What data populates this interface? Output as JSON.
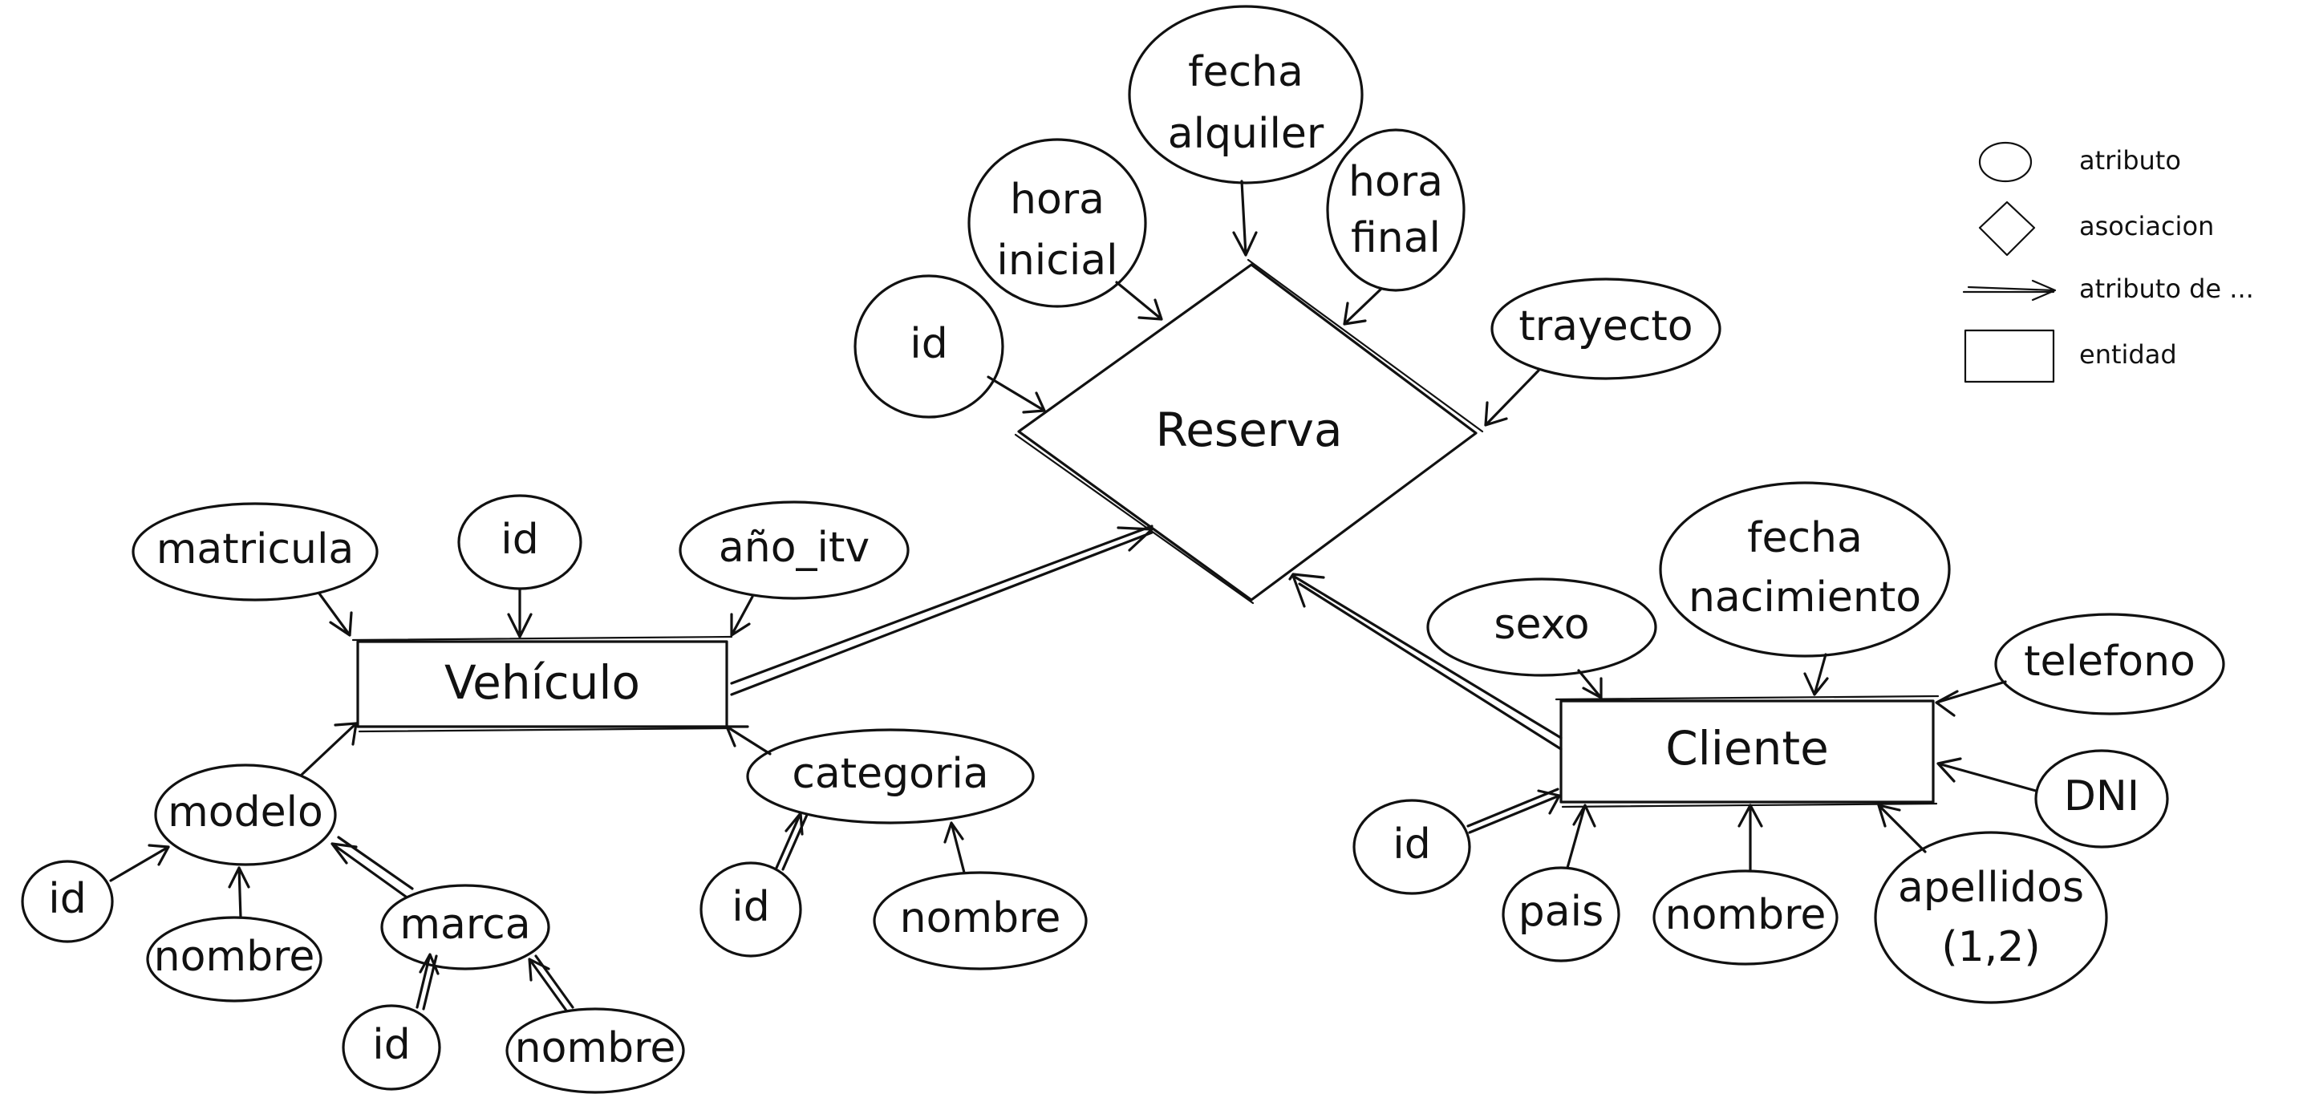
{
  "diagram": {
    "relationship": {
      "label": "Reserva"
    },
    "reserva_attributes": {
      "fecha_alquiler": [
        "fecha",
        "alquiler"
      ],
      "hora_inicial": [
        "hora",
        "inicial"
      ],
      "hora_final": [
        "hora",
        "final"
      ],
      "id": "id",
      "trayecto": "trayecto"
    },
    "vehiculo": {
      "label": "Vehículo",
      "matricula": "matricula",
      "id": "id",
      "anio_itv": "año_itv",
      "modelo": {
        "label": "modelo",
        "id": "id",
        "nombre": "nombre",
        "marca": {
          "label": "marca",
          "id": "id",
          "nombre": "nombre"
        }
      },
      "categoria": {
        "label": "categoria",
        "id": "id",
        "nombre": "nombre"
      }
    },
    "cliente": {
      "label": "Cliente",
      "sexo": "sexo",
      "fecha_nacimiento": [
        "fecha",
        "nacimiento"
      ],
      "telefono": "telefono",
      "dni": "DNI",
      "id": "id",
      "pais": "pais",
      "nombre": "nombre",
      "apellidos": [
        "apellidos",
        "(1,2)"
      ]
    }
  },
  "legend": {
    "atributo": "atributo",
    "asociacion": "asociacion",
    "atributo_de": "atributo de ...",
    "entidad": "entidad"
  }
}
